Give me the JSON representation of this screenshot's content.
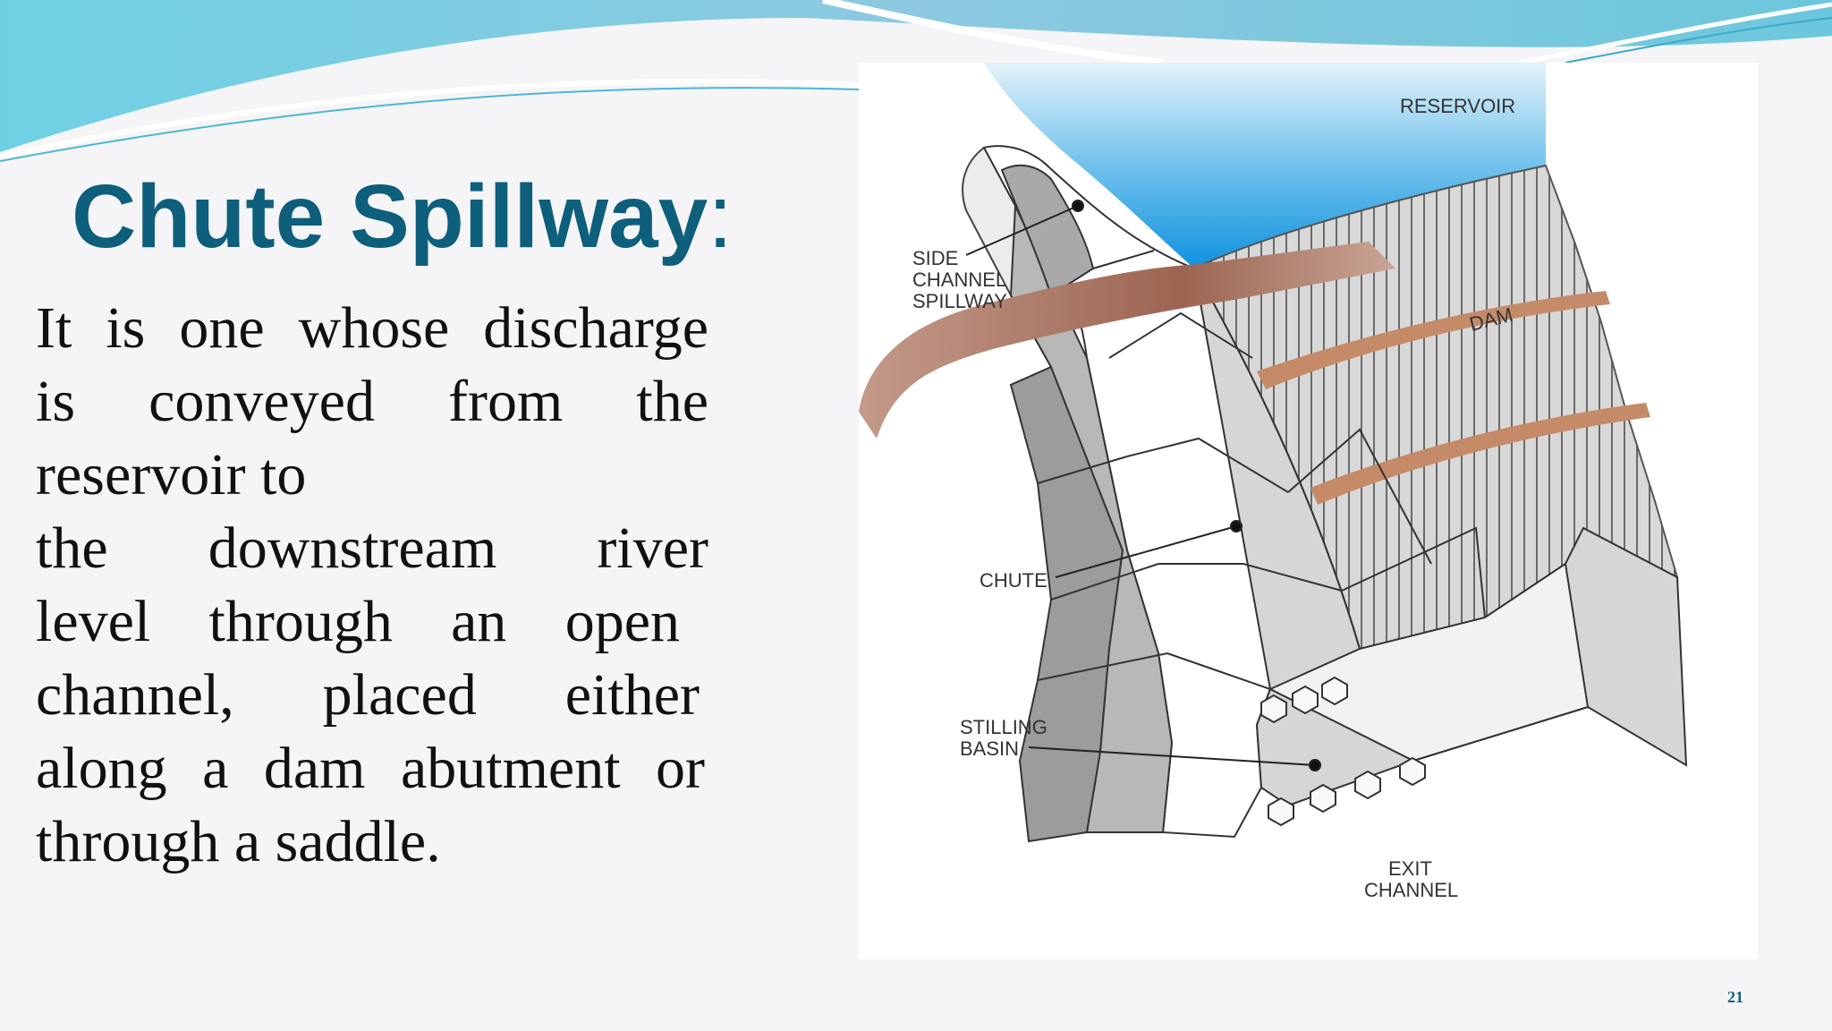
{
  "slide": {
    "title": "Chute Spillway",
    "title_suffix": ":",
    "body_lines": [
      "It is one whose discharge",
      "is conveyed from the",
      "reservoir to",
      "the downstream river",
      "level through an open",
      "channel, placed either",
      "along a dam abutment or",
      "through a saddle."
    ],
    "page_number": "21"
  },
  "diagram": {
    "labels": {
      "reservoir": "RESERVOIR",
      "dam": "DAM",
      "side_channel_1": "SIDE",
      "side_channel_2": "CHANNEL",
      "side_channel_3": "SPILLWAY",
      "chute": "CHUTE",
      "stilling_1": "STILLING",
      "stilling_2": "BASIN",
      "exit_1": "EXIT",
      "exit_2": "CHANNEL"
    }
  },
  "colors": {
    "title": "#0e5f7c",
    "header_wave": "#5cc3dc",
    "reservoir_top": "#cfeaf5",
    "reservoir_bottom": "#1a9be0",
    "road": "#b07a68",
    "concrete": "#c4c4c4",
    "chute_floor": "#ffffff"
  }
}
